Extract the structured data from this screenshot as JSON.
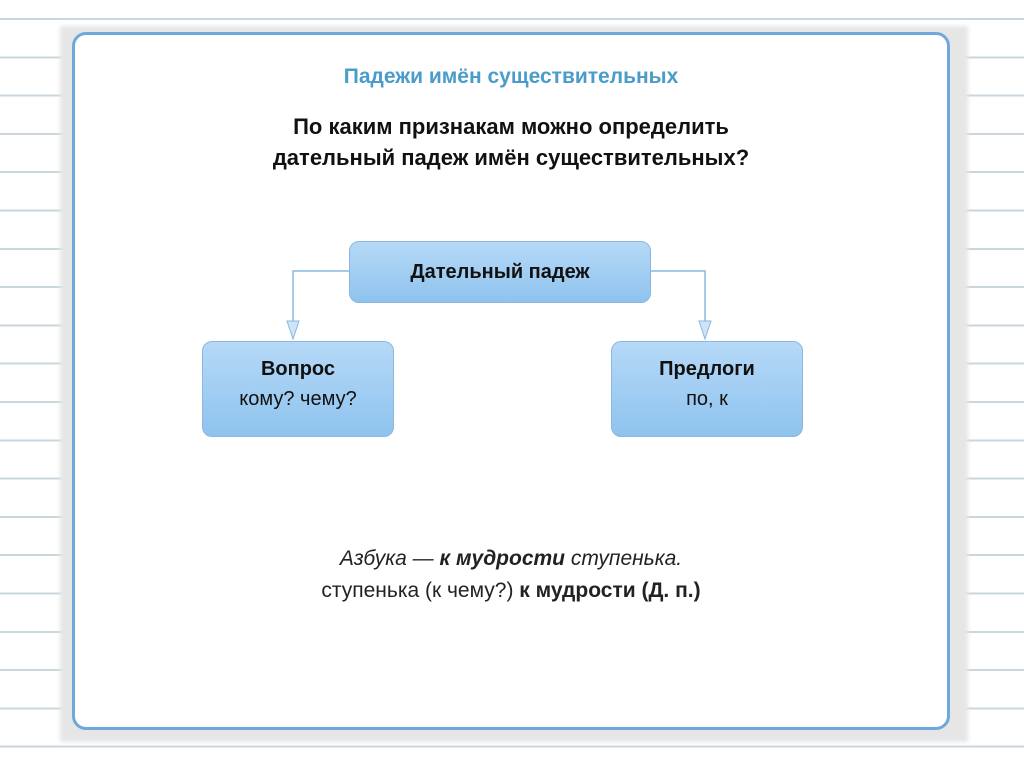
{
  "title": "Падежи имён существительных",
  "question": [
    "По каким признакам можно определить",
    "дательный падеж имён существительных?"
  ],
  "diagram": {
    "root": "Дательный падеж",
    "left": {
      "heading": "Вопрос",
      "text": "кому? чему?"
    },
    "right": {
      "heading": "Предлоги",
      "text": "по, к"
    }
  },
  "example": {
    "line1": {
      "a": "Азбука — ",
      "b": "к мудрости",
      "c": " ступенька."
    },
    "line2": {
      "a": "ступенька (к чему?) ",
      "b": "к мудрости (Д. п.)"
    }
  }
}
